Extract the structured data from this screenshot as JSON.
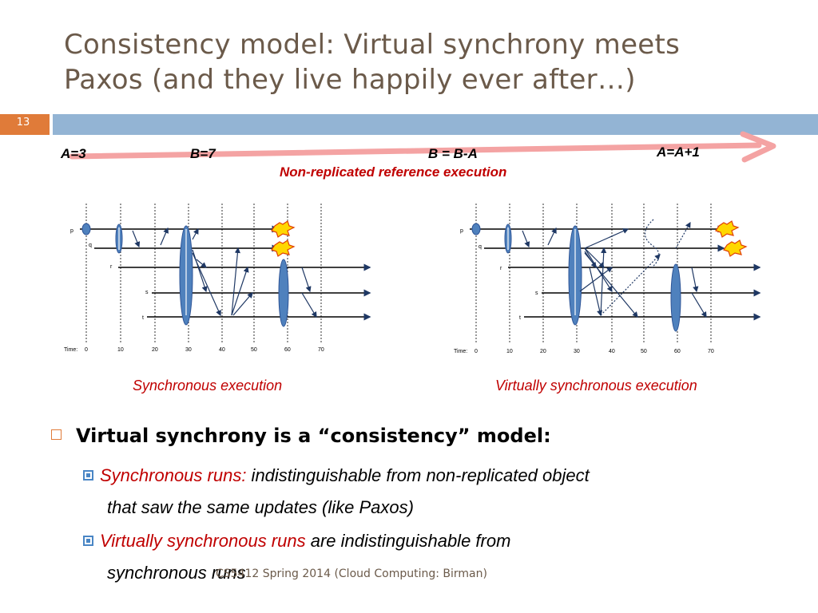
{
  "title": {
    "line1": "Consistency model: Virtual synchrony meets",
    "line2": "Paxos (and they live happily ever after…)"
  },
  "slide_number": "13",
  "reference": {
    "ops": [
      "A=3",
      "B=7",
      "B = B-A",
      "A=A+1"
    ],
    "label": "Non-replicated reference execution"
  },
  "diagram_left": {
    "processes": [
      "p",
      "q",
      "r",
      "s",
      "t"
    ],
    "time_label": "Time:",
    "ticks": [
      "0",
      "10",
      "20",
      "30",
      "40",
      "50",
      "60",
      "70"
    ],
    "caption": "Synchronous execution"
  },
  "diagram_right": {
    "processes": [
      "p",
      "q",
      "r",
      "s",
      "t"
    ],
    "time_label": "Time:",
    "ticks": [
      "0",
      "10",
      "20",
      "30",
      "40",
      "50",
      "60",
      "70"
    ],
    "caption": "Virtually synchronous execution"
  },
  "bullets": {
    "main": "Virtual synchrony is a “consistency” model:",
    "sub1_red": "Synchronous  runs:",
    "sub1_rest": " indistinguishable from non-replicated object",
    "sub1_line2": "that saw the same updates (like Paxos)",
    "sub2_red": "Virtually synchronous runs",
    "sub2_rest": " are indistinguishable from",
    "sub2_line2": "synchronous runs"
  },
  "footer": "CS5412 Spring 2014 (Cloud Computing: Birman)",
  "colors": {
    "title": "#6b5a4a",
    "accent_orange": "#e07b39",
    "accent_blue": "#93b4d4",
    "red": "#c00000",
    "arrow": "#f4a3a3"
  }
}
